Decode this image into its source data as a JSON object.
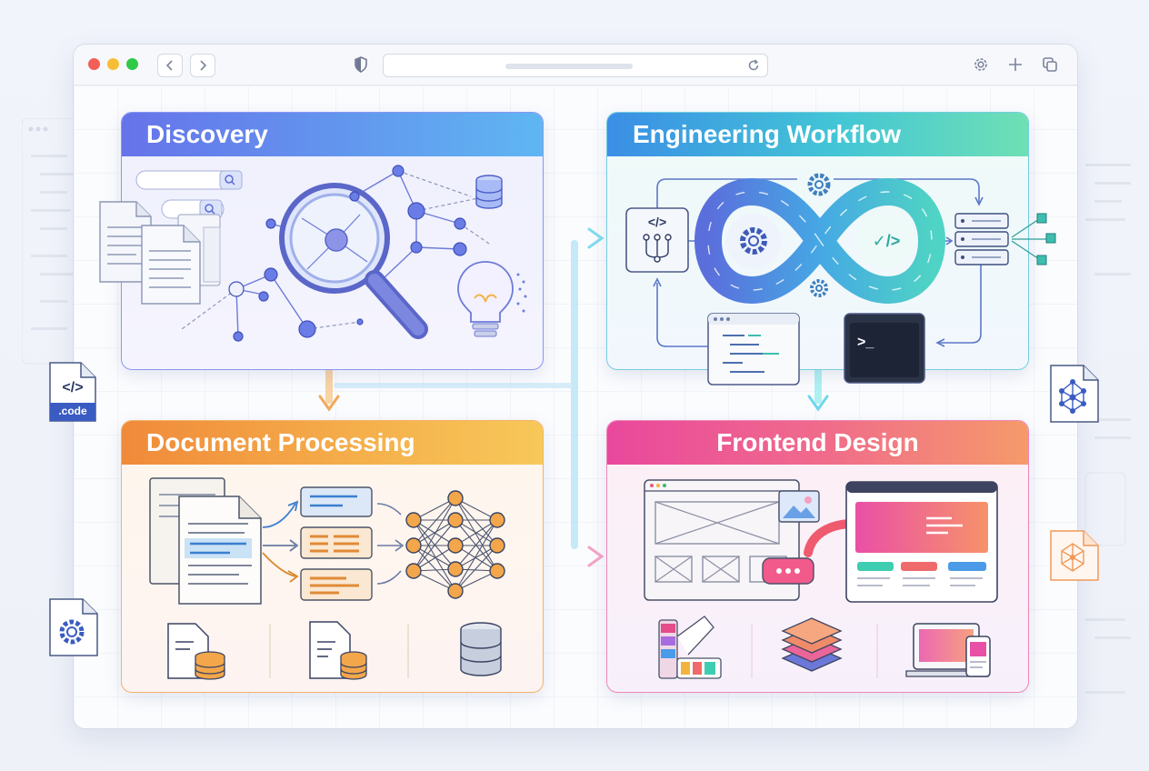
{
  "panels": {
    "discovery": {
      "title": "Discovery",
      "color": "#6f7ff0"
    },
    "engineering": {
      "title": "Engineering Workflow",
      "color": "#3fbfc4"
    },
    "document": {
      "title": "Document Processing",
      "color": "#f2a14a"
    },
    "frontend": {
      "title": "Frontend Design",
      "color": "#ef5aa0"
    }
  },
  "side_files": {
    "code_file_label": ".code",
    "code_file_icon": "code-icon"
  },
  "icons": [
    "shield-icon",
    "refresh-icon",
    "gear-icon",
    "plus-icon",
    "copy-icon",
    "magnifier-icon",
    "lightbulb-icon",
    "database-icon",
    "neural-network-icon",
    "terminal-icon",
    "infinity-icon"
  ],
  "terminal": {
    "prompt": ">_"
  },
  "code_symbol": "</>",
  "check_symbol": "✓/>"
}
